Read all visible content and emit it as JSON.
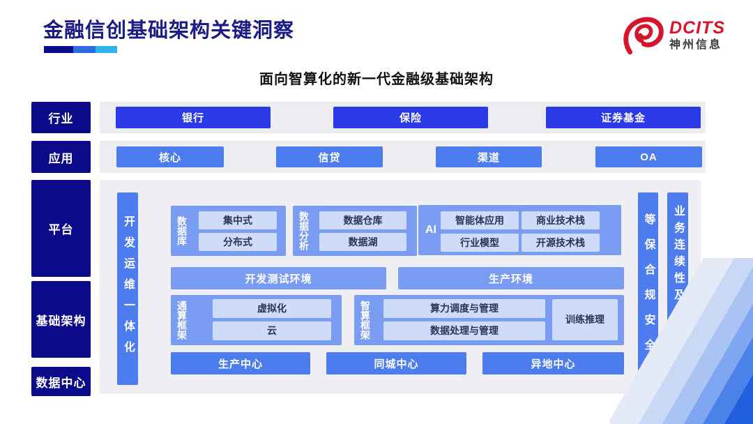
{
  "header": {
    "title": "金融信创基础架构关键洞察",
    "logo_brand": "DCITS",
    "logo_company": "神州信息"
  },
  "diagram": {
    "subtitle": "面向智算化的新一代金融级基础架构",
    "row_labels": {
      "industry": "行业",
      "application": "应用",
      "platform": "平台",
      "infrastructure": "基础架构",
      "datacenter": "数据中心"
    },
    "industry": [
      "银行",
      "保险",
      "证券基金"
    ],
    "application": [
      "核心",
      "信贷",
      "渠道",
      "OA"
    ],
    "devops_bar": "开发运维一体化",
    "security_bar": "等保合规安全",
    "continuity_bar": "业务连续性及数据保护",
    "database_card": {
      "label": "数据库",
      "items": [
        "集中式",
        "分布式"
      ]
    },
    "analytics_card": {
      "label": "数据分析",
      "items": [
        "数据仓库",
        "数据湖"
      ]
    },
    "ai_card": {
      "label": "AI",
      "items": [
        "智能体应用",
        "商业技术栈",
        "行业模型",
        "开源技术栈"
      ]
    },
    "env_bars": [
      "开发测试环境",
      "生产环境"
    ],
    "general_compute_card": {
      "label": "通算框架",
      "items": [
        "虚拟化",
        "云"
      ]
    },
    "ai_compute_card": {
      "label": "智算框架",
      "items": [
        "算力调度与管理",
        "数据处理与管理",
        "训练推理"
      ]
    },
    "centers": [
      "生产中心",
      "同城中心",
      "异地中心"
    ]
  },
  "colors": {
    "title_navy": "#1b1b85",
    "label_navy": "#0a0a8a",
    "industry_blue": "#2b3ae9",
    "accent_blue": "#4d7cee",
    "card_blue": "#7b9cf3",
    "pill_blue": "#cfdcf9",
    "panel_gray": "#efeff3",
    "logo_red": "#d6152c"
  }
}
